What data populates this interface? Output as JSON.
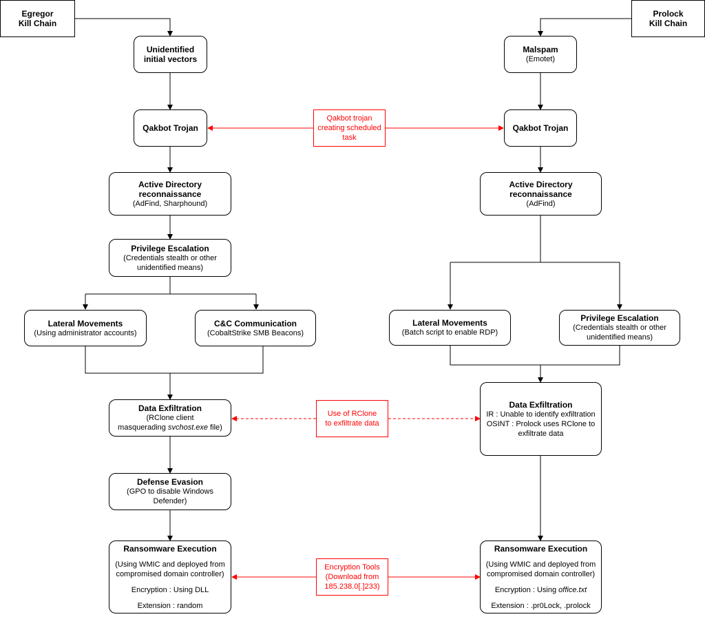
{
  "left": {
    "header": "Egregor\nKill Chain",
    "vectors": "Unidentified\ninitial vectors",
    "trojan": "Qakbot Trojan",
    "ad_title": "Active Directory\nreconnaissance",
    "ad_sub": "(AdFind, Sharphound)",
    "priv_title": "Privilege Escalation",
    "priv_sub": "(Credentials stealth or other\nunidentified means)",
    "lateral_title": "Lateral Movements",
    "lateral_sub": "(Using administrator accounts)",
    "cc_title": "C&C Communication",
    "cc_sub": "(CobaltStrike SMB Beacons)",
    "exfil_title": "Data Exfiltration",
    "exfil_sub1": "(RClone client",
    "exfil_sub2_pre": "masquerading ",
    "exfil_sub2_em": "svchost.exe",
    "exfil_sub2_post": " file)",
    "defense_title": "Defense Evasion",
    "defense_sub": "(GPO to disable Windows Defender)",
    "ransom_title": "Ransomware Execution",
    "ransom_sub": "(Using WMIC and deployed from\ncompromised domain controller)",
    "ransom_enc": "Encryption : Using DLL",
    "ransom_ext": "Extension : random"
  },
  "right": {
    "header": "Prolock\nKill Chain",
    "malspam_title": "Malspam",
    "malspam_sub": "(Emotet)",
    "trojan": "Qakbot Trojan",
    "ad_title": "Active Directory\nreconnaissance",
    "ad_sub": "(AdFind)",
    "lateral_title": "Lateral Movements",
    "lateral_sub": "(Batch script to enable RDP)",
    "priv_title": "Privilege Escalation",
    "priv_sub": "(Credentials stealth or other\nunidentified means)",
    "exfil_title": "Data Exfiltration",
    "exfil_ir": "IR : Unable to identify exfiltration",
    "exfil_osint": "OSINT : Prolock uses RClone to\nexfiltrate data",
    "ransom_title": "Ransomware Execution",
    "ransom_sub": "(Using WMIC and deployed from\ncompromised domain controller)",
    "ransom_enc_pre": "Encryption : Using ",
    "ransom_enc_em": "office.txt",
    "ransom_ext": "Extension : .pr0Lock, .prolock"
  },
  "shared": {
    "qakbot_task": "Qakbot trojan\ncreating scheduled\ntask",
    "rclone": "Use of RClone\nto exfiltrate data",
    "encryption_tools": "Encryption Tools\n(Download from\n185.238.0[.]233)"
  },
  "colors": {
    "link": "#ff0000",
    "line": "#000000"
  }
}
